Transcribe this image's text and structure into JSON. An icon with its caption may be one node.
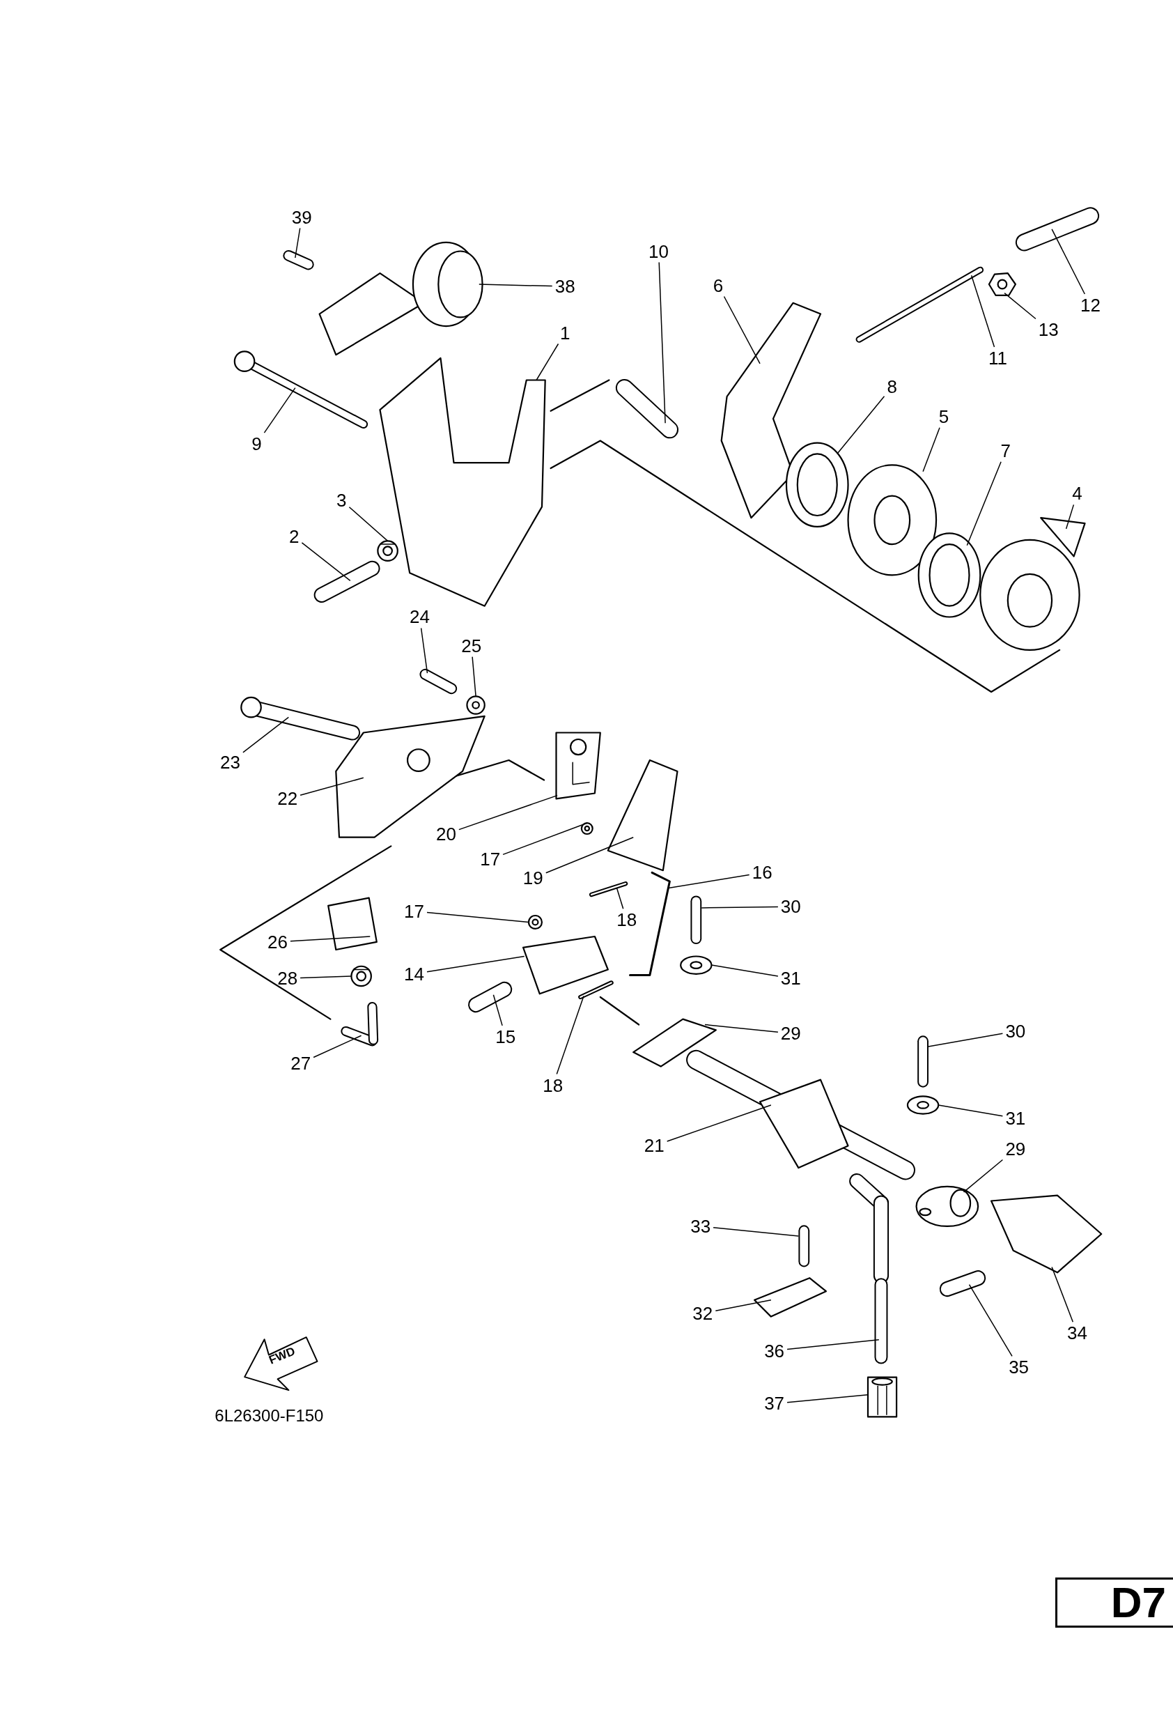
{
  "diagram": {
    "nodes": [
      {
        "text": [
          "39"
        ]
      },
      {
        "text": [
          "10"
        ]
      },
      {
        "text": [
          "6"
        ]
      },
      {
        "text": [
          "38"
        ]
      },
      {
        "text": [
          "12"
        ]
      },
      {
        "text": [
          "13"
        ]
      },
      {
        "text": [
          "1"
        ]
      },
      {
        "text": [
          "11"
        ]
      },
      {
        "text": [
          "8"
        ]
      },
      {
        "text": [
          "5"
        ]
      },
      {
        "text": [
          "9"
        ]
      },
      {
        "text": [
          "7"
        ]
      },
      {
        "text": [
          "4"
        ]
      },
      {
        "text": [
          "3"
        ]
      },
      {
        "text": [
          "2"
        ]
      },
      {
        "text": [
          "24"
        ]
      },
      {
        "text": [
          "25"
        ]
      },
      {
        "text": [
          "23"
        ]
      },
      {
        "text": [
          "22"
        ]
      },
      {
        "text": [
          "20"
        ]
      },
      {
        "text": [
          "17"
        ]
      },
      {
        "text": [
          "16"
        ]
      },
      {
        "text": [
          "19"
        ]
      },
      {
        "text": [
          "30"
        ]
      },
      {
        "text": [
          "18"
        ]
      },
      {
        "text": [
          "17"
        ]
      },
      {
        "text": [
          "26"
        ]
      },
      {
        "text": [
          "14"
        ]
      },
      {
        "text": [
          "31"
        ]
      },
      {
        "text": [
          "28"
        ]
      },
      {
        "text": [
          "29"
        ]
      },
      {
        "text": [
          "30"
        ]
      },
      {
        "text": [
          "15"
        ]
      },
      {
        "text": [
          "27"
        ]
      },
      {
        "text": [
          "18"
        ]
      },
      {
        "text": [
          "31"
        ]
      },
      {
        "text": [
          "21"
        ]
      },
      {
        "text": [
          "29"
        ]
      },
      {
        "text": [
          "33"
        ]
      },
      {
        "text": [
          "32"
        ]
      },
      {
        "text": [
          "34"
        ]
      },
      {
        "text": [
          "36"
        ]
      },
      {
        "text": [
          "35"
        ]
      },
      {
        "text": [
          "37"
        ]
      },
      {
        "text": [],
        "shape": "picture"
      },
      {
        "text": [],
        "shape": "picture"
      },
      {
        "text": [],
        "shape": "picture"
      },
      {
        "text": [],
        "shape": "picture"
      },
      {
        "text": [],
        "shape": "picture"
      },
      {
        "text": [],
        "shape": "picture"
      },
      {
        "text": [],
        "shape": "picture"
      },
      {
        "text": [],
        "shape": "picture"
      },
      {
        "text": [],
        "shape": "picture"
      },
      {
        "text": [],
        "shape": "picture"
      },
      {
        "text": [],
        "shape": "picture"
      },
      {
        "text": [],
        "shape": "picture"
      },
      {
        "text": [],
        "shape": "picture"
      },
      {
        "text": [],
        "shape": "picture"
      },
      {
        "text": [],
        "shape": "picture"
      },
      {
        "text": [],
        "shape": "picture"
      },
      {
        "text": [],
        "shape": "picture"
      },
      {
        "text": [],
        "shape": "picture"
      },
      {
        "text": [],
        "shape": "picture"
      },
      {
        "text": [],
        "shape": "picture"
      },
      {
        "text": [],
        "shape": "picture"
      },
      {
        "text": [],
        "shape": "picture"
      },
      {
        "text": [],
        "shape": "picture"
      },
      {
        "text": [],
        "shape": "picture"
      },
      {
        "text": [],
        "shape": "picture"
      },
      {
        "text": [],
        "shape": "picture"
      },
      {
        "text": [],
        "shape": "picture"
      },
      {
        "text": [],
        "shape": "picture"
      },
      {
        "text": [],
        "shape": "picture"
      },
      {
        "text": [],
        "shape": "picture"
      },
      {
        "text": [],
        "shape": "picture"
      },
      {
        "text": [],
        "shape": "picture"
      },
      {
        "text": [],
        "shape": "picture"
      },
      {
        "text": [],
        "shape": "picture"
      },
      {
        "text": [],
        "shape": "picture"
      },
      {
        "text": [],
        "shape": "picture"
      },
      {
        "text": [],
        "shape": "picture"
      },
      {
        "text": [],
        "shape": "picture"
      },
      {
        "text": [],
        "shape": "picture"
      },
      {
        "text": [],
        "shape": "picture"
      },
      {
        "text": [],
        "shape": "picture"
      },
      {
        "text": [],
        "shape": "picture"
      },
      {
        "text": [],
        "shape": "picture"
      },
      {
        "text": [],
        "shape": "picture"
      },
      {
        "text": [
          "FWD"
        ]
      }
    ],
    "edges": [
      {
        "from": 0,
        "to": 44,
        "arrow": "none"
      },
      {
        "from": 1,
        "to": 45,
        "arrow": "none"
      },
      {
        "from": 2,
        "to": 46,
        "arrow": "none"
      },
      {
        "from": 3,
        "to": 47,
        "arrow": "none"
      },
      {
        "from": 4,
        "to": 48,
        "arrow": "none"
      },
      {
        "from": 5,
        "to": 49,
        "arrow": "none"
      },
      {
        "from": 6,
        "to": 50,
        "arrow": "none"
      },
      {
        "from": 7,
        "to": 51,
        "arrow": "none"
      },
      {
        "from": 8,
        "to": 52,
        "arrow": "none"
      },
      {
        "from": 9,
        "to": 53,
        "arrow": "none"
      },
      {
        "from": 10,
        "to": 54,
        "arrow": "none"
      },
      {
        "from": 11,
        "to": 55,
        "arrow": "none"
      },
      {
        "from": 12,
        "to": 56,
        "arrow": "none"
      },
      {
        "from": 13,
        "to": 57,
        "arrow": "none"
      },
      {
        "from": 14,
        "to": 58,
        "arrow": "none"
      },
      {
        "from": 15,
        "to": 59,
        "arrow": "none"
      },
      {
        "from": 16,
        "to": 60,
        "arrow": "none"
      },
      {
        "from": 17,
        "to": 61,
        "arrow": "none"
      },
      {
        "from": 18,
        "to": 62,
        "arrow": "none"
      },
      {
        "from": 19,
        "to": 63,
        "arrow": "none"
      },
      {
        "from": 20,
        "to": 64,
        "arrow": "none"
      },
      {
        "from": 21,
        "to": 65,
        "arrow": "none"
      },
      {
        "from": 22,
        "to": 66,
        "arrow": "none"
      },
      {
        "from": 23,
        "to": 67,
        "arrow": "none"
      },
      {
        "from": 24,
        "to": 68,
        "arrow": "none"
      },
      {
        "from": 25,
        "to": 69,
        "arrow": "none"
      },
      {
        "from": 26,
        "to": 70,
        "arrow": "none"
      },
      {
        "from": 27,
        "to": 71,
        "arrow": "none"
      },
      {
        "from": 28,
        "to": 72,
        "arrow": "none"
      },
      {
        "from": 29,
        "to": 73,
        "arrow": "none"
      },
      {
        "from": 30,
        "to": 74,
        "arrow": "none"
      },
      {
        "from": 31,
        "to": 75,
        "arrow": "none"
      },
      {
        "from": 32,
        "to": 76,
        "arrow": "none"
      },
      {
        "from": 33,
        "to": 77,
        "arrow": "none"
      },
      {
        "from": 34,
        "to": 78,
        "arrow": "none"
      },
      {
        "from": 35,
        "to": 79,
        "arrow": "none"
      },
      {
        "from": 36,
        "to": 80,
        "arrow": "none"
      },
      {
        "from": 37,
        "to": 81,
        "arrow": "none"
      },
      {
        "from": 38,
        "to": 82,
        "arrow": "none"
      },
      {
        "from": 39,
        "to": 83,
        "arrow": "none"
      },
      {
        "from": 40,
        "to": 84,
        "arrow": "none"
      },
      {
        "from": 41,
        "to": 85,
        "arrow": "none"
      },
      {
        "from": 42,
        "to": 86,
        "arrow": "none"
      },
      {
        "from": 43,
        "to": 87,
        "arrow": "none"
      }
    ],
    "labels": [
      "6L26300-F150",
      "D7"
    ]
  }
}
